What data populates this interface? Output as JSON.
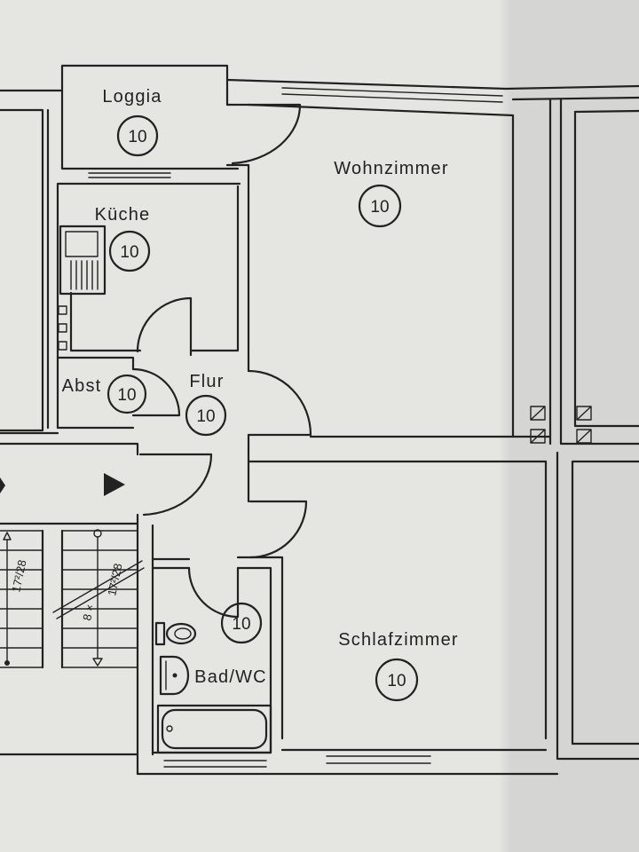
{
  "rooms": {
    "loggia": {
      "name": "Loggia",
      "number": "10"
    },
    "wohnzimmer": {
      "name": "Wohnzimmer",
      "number": "10"
    },
    "kueche": {
      "name": "Küche",
      "number": "10"
    },
    "abst": {
      "name": "Abst",
      "number": "10"
    },
    "flur": {
      "name": "Flur",
      "number": "10"
    },
    "bad": {
      "name": "Bad/WC",
      "number": "10"
    },
    "schlafzimmer": {
      "name": "Schlafzimmer",
      "number": "10"
    }
  },
  "stairs": {
    "left_rise_run": "17²/28",
    "right_step_count": "8 ×",
    "right_rise_run": "17²/28",
    "landing_arrow_icon": "triangle-right-icon"
  },
  "colors": {
    "ink": "#222222",
    "paper": "#e5e5e2",
    "paper_shade": "#d5d5d4"
  }
}
